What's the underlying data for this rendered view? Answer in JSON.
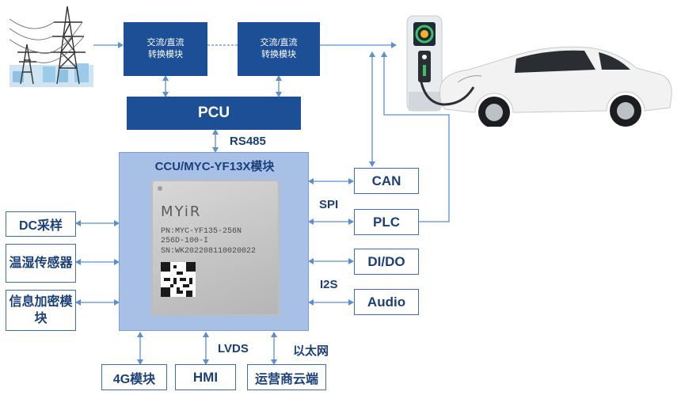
{
  "converter1": {
    "line1": "交流/直流",
    "line2": "转换模块"
  },
  "converter2": {
    "line1": "交流/直流",
    "line2": "转换模块"
  },
  "pcu": "PCU",
  "rs485": "RS485",
  "ccu_title": "CCU/MYC-YF13X模块",
  "chip": {
    "brand": "MYiR",
    "pn": "PN:MYC-YF135-256N",
    "pn2": "256D-100-I",
    "sn": "SN:WK202208110020022"
  },
  "left_boxes": {
    "dc": "DC采样",
    "temp": "温湿传感器",
    "crypto": "信息加密模块"
  },
  "right_boxes": {
    "can": "CAN",
    "plc": "PLC",
    "dido": "DI/DO",
    "audio": "Audio"
  },
  "right_labels": {
    "spi": "SPI",
    "i2s": "I2S"
  },
  "bottom_boxes": {
    "g4": "4G模块",
    "hmi": "HMI",
    "cloud": "运营商云端"
  },
  "bottom_labels": {
    "lvds": "LVDS",
    "ethernet": "以太网"
  },
  "colors": {
    "dark_blue": "#1d4f96",
    "ccu_fill": "#a8c0e6",
    "line": "#5b8fd0"
  }
}
